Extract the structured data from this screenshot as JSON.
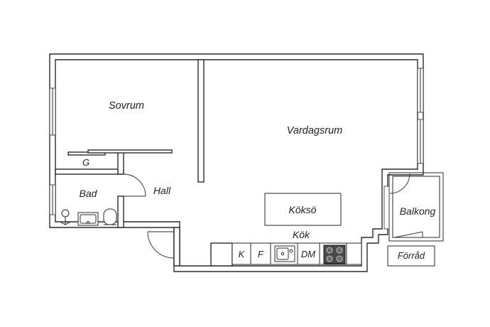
{
  "rooms": {
    "bedroom": "Sovrum",
    "living_room": "Vardagsrum",
    "wardrobe": "G",
    "bathroom": "Bad",
    "hall": "Hall",
    "kitchen_island": "Köksö",
    "kitchen": "Kök",
    "balcony": "Balkong",
    "storage": "Förråd"
  },
  "kitchen_units": {
    "fridge": "K",
    "freezer": "F",
    "dishwasher": "DM"
  }
}
